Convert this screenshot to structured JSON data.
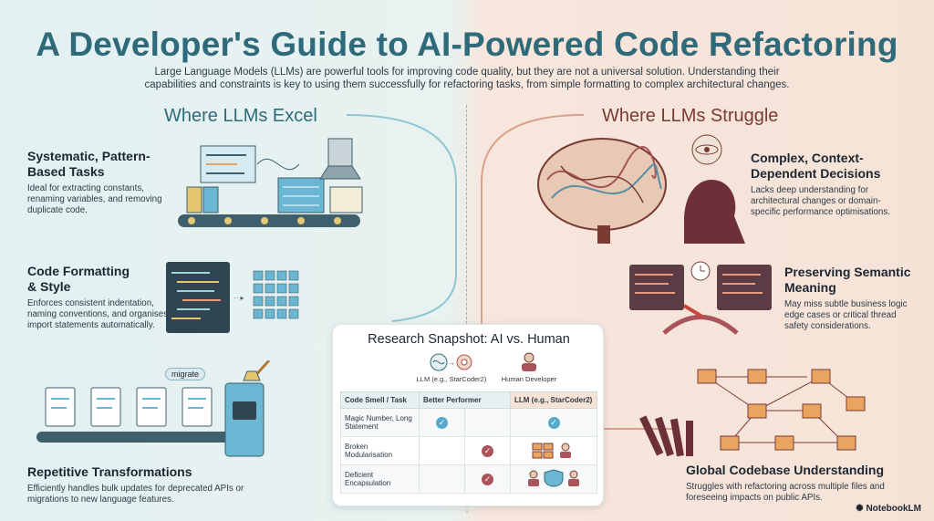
{
  "header": {
    "title": "A Developer's Guide to AI-Powered Code Refactoring",
    "subtitle": "Large Language Models (LLMs) are powerful tools for improving code quality, but they are not a universal solution. Understanding their capabilities and constraints is key to using them successfully for refactoring tasks, from simple formatting to complex architectural changes."
  },
  "excel": {
    "heading": "Where LLMs Excel",
    "items": [
      {
        "title": "Systematic, Pattern-Based Tasks",
        "text": "Ideal for extracting constants, renaming variables, and removing duplicate code."
      },
      {
        "title": "Code Formatting & Style",
        "text": "Enforces consistent indentation, naming conventions, and organises import statements automatically."
      },
      {
        "title": "Repetitive Transformations",
        "text": "Efficiently handles bulk updates for deprecated APIs or migrations to new language features."
      }
    ],
    "migrate_tag": "migrate"
  },
  "struggle": {
    "heading": "Where LLMs Struggle",
    "items": [
      {
        "title": "Complex, Context-Dependent Decisions",
        "text": "Lacks deep understanding for architectural changes or domain-specific performance optimisations."
      },
      {
        "title": "Preserving Semantic Meaning",
        "text": "May miss subtle business logic edge cases or critical thread safety considerations."
      },
      {
        "title": "Global Codebase Understanding",
        "text": "Struggles with refactoring across multiple files and foreseeing impacts on public APIs."
      }
    ]
  },
  "snapshot": {
    "title": "Research Snapshot: AI vs. Human",
    "legend_llm": "LLM (e.g., StarCoder2)",
    "legend_human": "Human Developer",
    "headers": [
      "Code Smell / Task",
      "Better Performer",
      "LLM (e.g., StarCoder2)"
    ],
    "rows": [
      {
        "task": "Magic Number, Long Statement",
        "winner": "llm"
      },
      {
        "task": "Broken Modularisation",
        "winner": "human"
      },
      {
        "task": "Deficient Encapsulation",
        "winner": "human"
      }
    ]
  },
  "branding": {
    "logo_text": "NotebookLM"
  },
  "colors": {
    "accent_teal": "#2f6a7a",
    "accent_red": "#7a3b34",
    "check_blue": "#56a9c8",
    "check_red": "#a9545a"
  }
}
